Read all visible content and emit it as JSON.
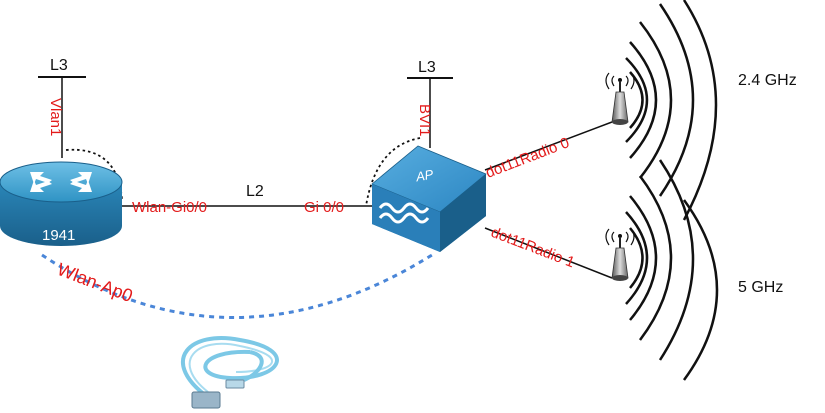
{
  "router": {
    "model": "1941",
    "svi_layer": "L3",
    "svi": "Vlan1",
    "port": "Wlan-Gi0/0",
    "console_link": "Wlan-Ap0"
  },
  "link": {
    "layer": "L2"
  },
  "ap": {
    "label": "AP",
    "bvi_layer": "L3",
    "bvi": "BVI1",
    "port": "Gi 0/0",
    "radio0": "dot11Radio 0",
    "radio1": "dot11Radio 1"
  },
  "bands": {
    "radio0_band": "2.4 GHz",
    "radio1_band": "5 GHz"
  },
  "colors": {
    "label_red": "#e31b1b",
    "console_blue": "#4a86d8",
    "router_blue": "#2f93c4",
    "ap_blue": "#2c86c2",
    "cable_cyan": "#7cc8e6"
  },
  "icons": {
    "router": "router-icon",
    "access_point": "access-point-icon",
    "antenna": "antenna-icon",
    "console_cable": "console-cable-icon"
  }
}
